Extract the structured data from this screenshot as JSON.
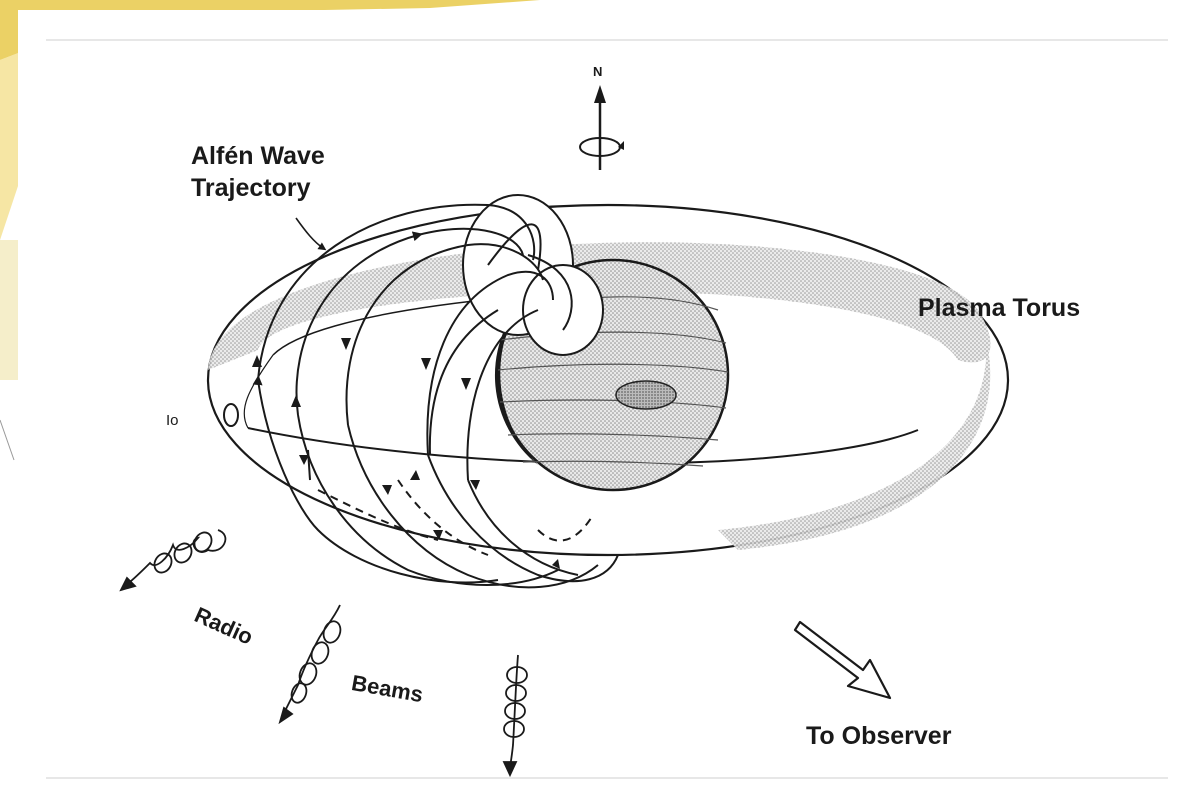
{
  "diagram": {
    "labels": {
      "north": "N",
      "alfven_line1": "Alfén Wave",
      "alfven_line2": "Trajectory",
      "plasma_torus": "Plasma Torus",
      "io": "Io",
      "radio": "Radio",
      "beams": "Beams",
      "to_observer": "To Observer"
    },
    "icons": [
      "north-arrow-icon",
      "rotation-icon",
      "jupiter-planet",
      "great-red-spot",
      "io-moon",
      "radio-beam-helix-icon",
      "observer-arrow-icon"
    ],
    "colors": {
      "line": "#1a1a1a",
      "torus_shade": "#bdbdbd",
      "planet_shade": "#d4d4d4",
      "slide_accent": "#e8c94a"
    }
  }
}
